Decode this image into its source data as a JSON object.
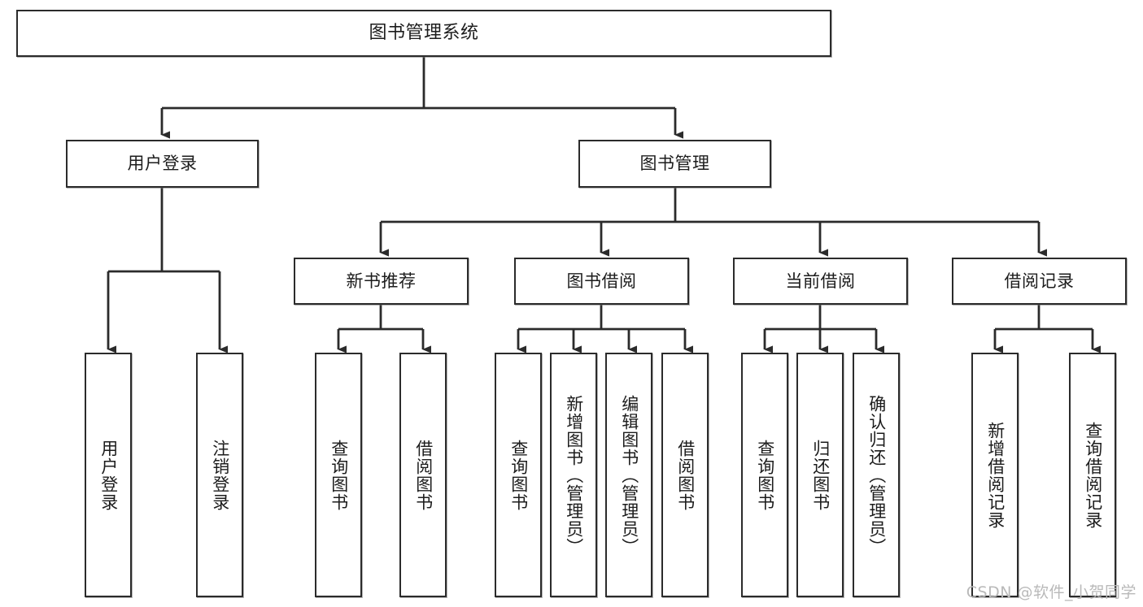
{
  "diagram": {
    "title": "图书管理系统",
    "type": "tree",
    "watermark": "CSDN @软件_小贺同学",
    "colors": {
      "border": "#2b2b2b",
      "background": "#ffffff",
      "text": "#1c1c1c",
      "edge": "#2b2b2b",
      "watermark": "#b9b9b9"
    },
    "nodes": {
      "root": {
        "label": "图书管理系统"
      },
      "level1": [
        {
          "label": "用户登录"
        },
        {
          "label": "图书管理"
        }
      ],
      "level2": [
        {
          "label": "新书推荐"
        },
        {
          "label": "图书借阅"
        },
        {
          "label": "当前借阅"
        },
        {
          "label": "借阅记录"
        }
      ],
      "leaves": {
        "user_login": [
          {
            "label": "用户登录"
          },
          {
            "label": "注销登录"
          }
        ],
        "new_book_recommend": [
          {
            "label": "查询图书"
          },
          {
            "label": "借阅图书"
          }
        ],
        "book_borrow": [
          {
            "label": "查询图书"
          },
          {
            "label": "新增图书（管理员）"
          },
          {
            "label": "编辑图书（管理员）"
          },
          {
            "label": "借阅图书"
          }
        ],
        "current_borrow": [
          {
            "label": "查询图书"
          },
          {
            "label": "归还图书"
          },
          {
            "label": "确认归还（管理员）"
          }
        ],
        "borrow_record": [
          {
            "label": "新增借阅记录"
          },
          {
            "label": "查询借阅记录"
          }
        ]
      }
    }
  }
}
